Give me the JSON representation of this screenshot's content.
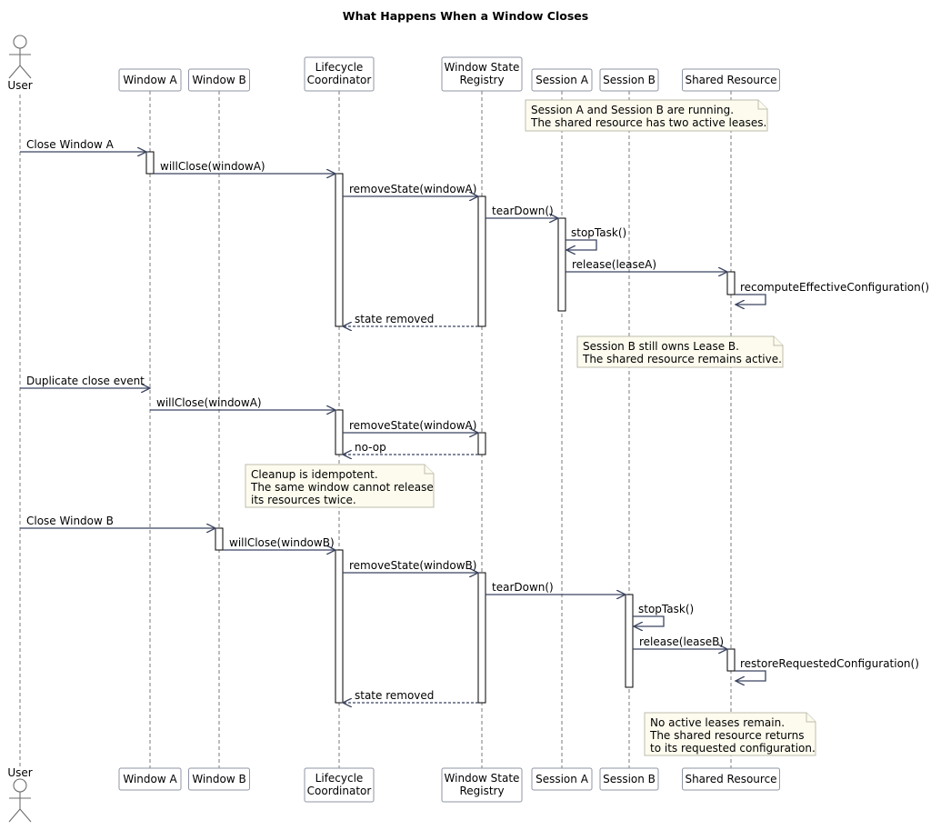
{
  "title": "What Happens When a Window Closes",
  "participants": {
    "user": [
      "User"
    ],
    "window_a": [
      "Window A"
    ],
    "window_b": [
      "Window B"
    ],
    "coordinator": [
      "Lifecycle",
      "Coordinator"
    ],
    "registry": [
      "Window State",
      "Registry"
    ],
    "session_a": [
      "Session A"
    ],
    "session_b": [
      "Session B"
    ],
    "shared": [
      "Shared Resource"
    ]
  },
  "messages": [
    {
      "id": "m1",
      "from": "user",
      "to": "window_a",
      "label": "Close Window A"
    },
    {
      "id": "m2",
      "from": "window_a",
      "to": "coordinator",
      "label": "willClose(windowA)"
    },
    {
      "id": "m3",
      "from": "coordinator",
      "to": "registry",
      "label": "removeState(windowA)"
    },
    {
      "id": "m4",
      "from": "registry",
      "to": "session_a",
      "label": "tearDown()"
    },
    {
      "id": "m5",
      "from": "session_a",
      "to": "session_a",
      "label": "stopTask()"
    },
    {
      "id": "m6",
      "from": "session_a",
      "to": "shared",
      "label": "release(leaseA)"
    },
    {
      "id": "m7",
      "from": "shared",
      "to": "shared",
      "label": "recomputeEffectiveConfiguration()"
    },
    {
      "id": "m8",
      "from": "registry",
      "to": "coordinator",
      "label": "state removed",
      "style": "return"
    },
    {
      "id": "m9",
      "from": "user",
      "to": "window_a",
      "label": "Duplicate close event"
    },
    {
      "id": "m10",
      "from": "window_a",
      "to": "coordinator",
      "label": "willClose(windowA)"
    },
    {
      "id": "m11",
      "from": "coordinator",
      "to": "registry",
      "label": "removeState(windowA)"
    },
    {
      "id": "m12",
      "from": "registry",
      "to": "coordinator",
      "label": "no-op",
      "style": "return"
    },
    {
      "id": "m13",
      "from": "user",
      "to": "window_b",
      "label": "Close Window B"
    },
    {
      "id": "m14",
      "from": "window_b",
      "to": "coordinator",
      "label": "willClose(windowB)"
    },
    {
      "id": "m15",
      "from": "coordinator",
      "to": "registry",
      "label": "removeState(windowB)"
    },
    {
      "id": "m16",
      "from": "registry",
      "to": "session_b",
      "label": "tearDown()"
    },
    {
      "id": "m17",
      "from": "session_b",
      "to": "session_b",
      "label": "stopTask()"
    },
    {
      "id": "m18",
      "from": "session_b",
      "to": "shared",
      "label": "release(leaseB)"
    },
    {
      "id": "m19",
      "from": "shared",
      "to": "shared",
      "label": "restoreRequestedConfiguration()"
    },
    {
      "id": "m20",
      "from": "registry",
      "to": "coordinator",
      "label": "state removed",
      "style": "return"
    }
  ],
  "notes": [
    {
      "id": "n1",
      "lines": [
        "Session A and Session B are running.",
        "The shared resource has two active leases."
      ]
    },
    {
      "id": "n2",
      "lines": [
        "Session B still owns Lease B.",
        "The shared resource remains active."
      ]
    },
    {
      "id": "n3",
      "lines": [
        "Cleanup is idempotent.",
        "The same window cannot release",
        "its resources twice."
      ]
    },
    {
      "id": "n4",
      "lines": [
        "No active leases remain.",
        "The shared resource returns",
        "to its requested configuration."
      ]
    }
  ],
  "colors": {
    "arrow": "#3b4460",
    "note_fill": "#fdfbee",
    "note_border": "#bdbdad",
    "box_border": "#8f96a3"
  }
}
